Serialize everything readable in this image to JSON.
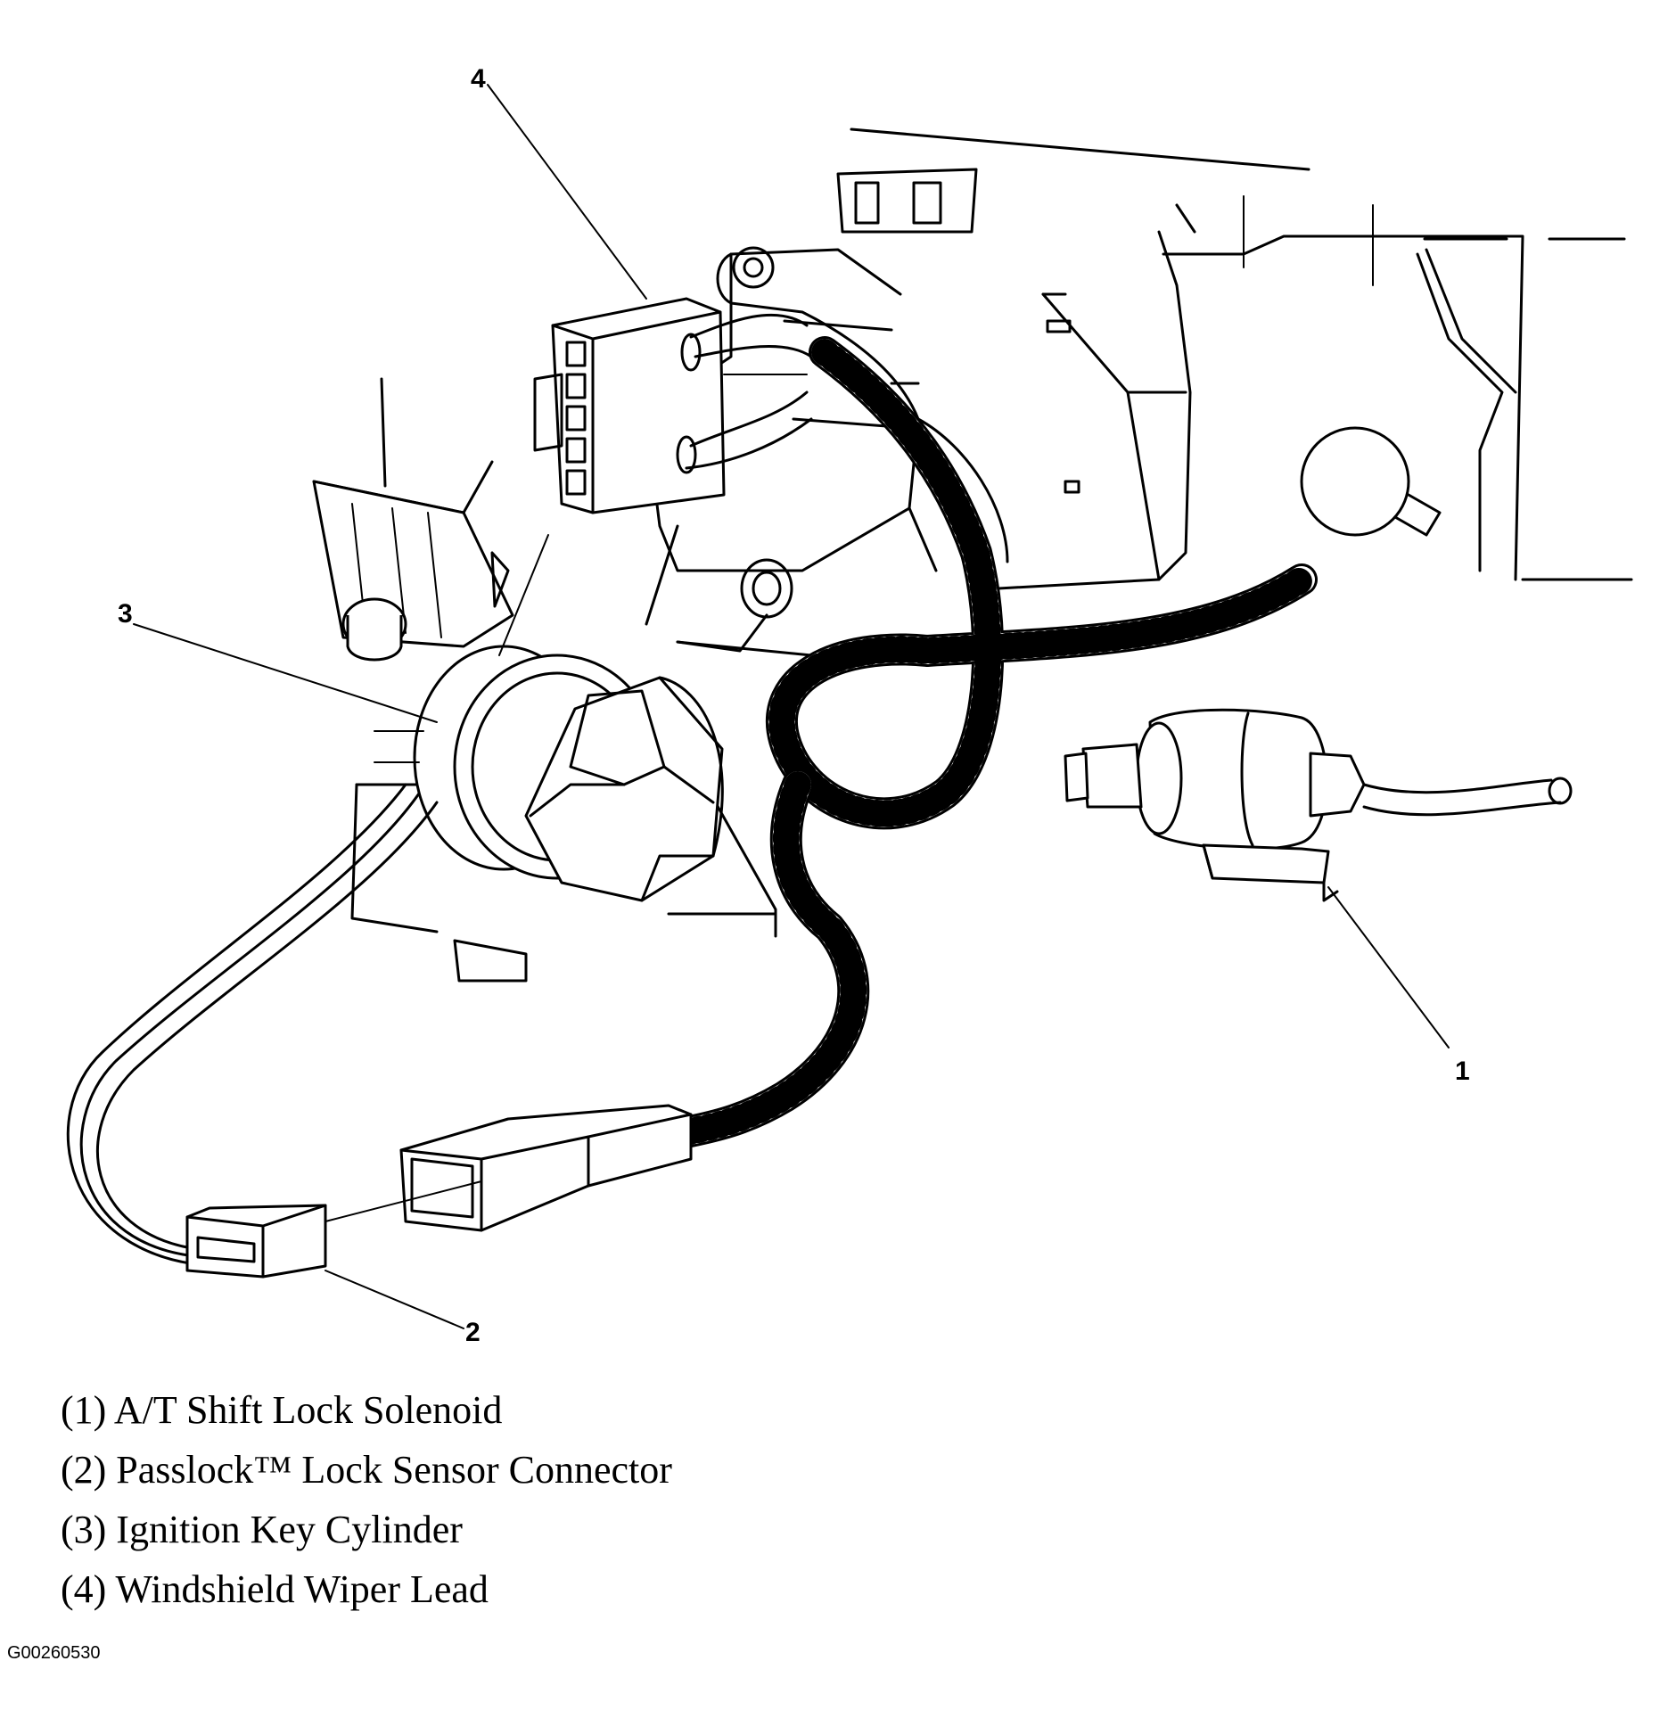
{
  "callouts": {
    "c1": "1",
    "c2": "2",
    "c3": "3",
    "c4": "4"
  },
  "legend": [
    "(1) A/T Shift Lock Solenoid",
    "(2) Passlock™ Lock Sensor Connector",
    "(3) Ignition Key Cylinder",
    "(4) Windshield Wiper Lead"
  ],
  "figure_id": "G00260530"
}
